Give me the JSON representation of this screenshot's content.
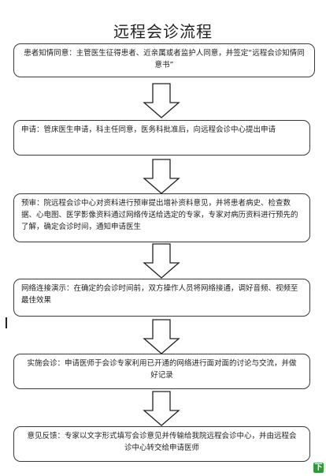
{
  "title": "远程会诊流程",
  "steps": [
    {
      "text": "患者知情同意：主管医生征得患者、近亲属或者监护人同意，并签定“远程会诊知情同意书”"
    },
    {
      "text": "申请：管床医生申请，科主任同意，医务科批准后，向远程会诊中心提出申请"
    },
    {
      "text": "预审：院远程会诊中心对资料进行预审提出增补资料意见，并将患者病史、检查数据、心电图、医学影像资料通过网络传送给选定的专家，专家对病历资料进行预先的了解，确定会诊时间，通知申请医生"
    },
    {
      "text": "网络连接演示：在确定的会诊时间前，双方操作人员将网络接通，调好音频、视频至最佳效果"
    },
    {
      "text": "实施会诊：申请医师于会诊专家利用已开通的网络进行面对面的讨论与交流，并做好记录"
    },
    {
      "text": "意见反馈：专家以文字形式填写会诊意见并传输给我院远程会诊中心，并由远程会诊中心转交给申请医师"
    }
  ],
  "corner_logo": "下"
}
